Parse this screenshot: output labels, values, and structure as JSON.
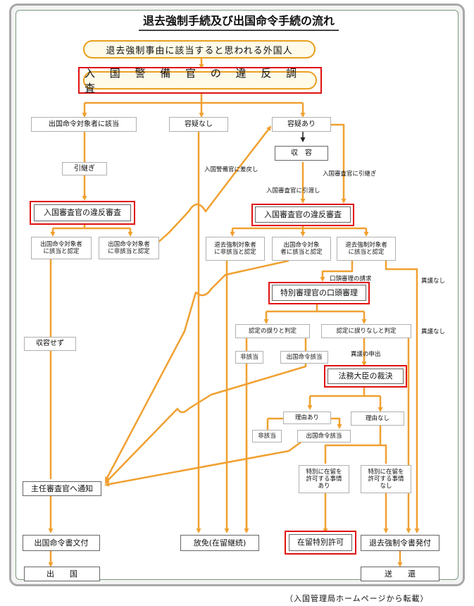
{
  "title": "退去強制手続及び出国命令手続の流れ",
  "footer": "（入国管理局ホームページから転載）",
  "colors": {
    "flow": "#f0a030",
    "highlight": "#e01010",
    "pill_border": "#e8a020"
  },
  "nodes": {
    "start": "退去強制事由に該当すると思われる外国人",
    "investigation": "入 国 警 備 官 の 違 反 調 査",
    "exit_order_applicable": "出国命令対象者に該当",
    "no_suspicion_1": "容疑なし",
    "suspected": "容疑あり",
    "detention": "収　容",
    "handover": "引継ぎ",
    "examination_left": "入国審査官の違反審査",
    "examination_center": "入国審査官の違反審査",
    "recognized_exit_order": "出国命令対象者\nに該当と認定",
    "recognized_not_exit_order": "出国命令対象者\nに非該当と認定",
    "not_deportation": "退去強制対象者\nに非該当と認定",
    "exit_order_center": "出国命令対象\n者に該当と認定",
    "deportation_recognized": "退去強制対象者\nに該当と認定",
    "special_inquiry": "特別審理官の口頭審理",
    "decision_error": "認定の誤りと判定",
    "decision_no_error": "認定に誤りなしと判定",
    "no_detention": "収容せず",
    "not_applicable_1": "非該当",
    "exit_order_applicable_2": "出国命令該当",
    "minister_decision": "法務大臣の裁決",
    "with_reason": "理由あり",
    "without_reason": "理由なし",
    "not_applicable_2": "非該当",
    "exit_order_applicable_3": "出国命令該当",
    "special_circumstances_yes": "特別に在留を\n許可する事情\nあり",
    "special_circumstances_no": "特別に在留を\n許可する事情\nなし",
    "notify_chief": "主任審査官へ通知",
    "issue_exit_order": "出国命令書文付",
    "release": "放免(在留継続)",
    "special_permission": "在留特別許可",
    "issue_deportation": "退去強制令書発付",
    "depart": "出　　国",
    "deport": "送　　還"
  },
  "edge_labels": {
    "return_to_guard": "入国警備官に差戻し",
    "handover_to_inspector": "入国審査官に引継ぎ",
    "hand_over": "入国審査官に引渡し",
    "oral_request": "口頭審理の請求",
    "no_objection_1": "異議なし",
    "no_objection_2": "異議なし",
    "objection": "異議の申出"
  }
}
